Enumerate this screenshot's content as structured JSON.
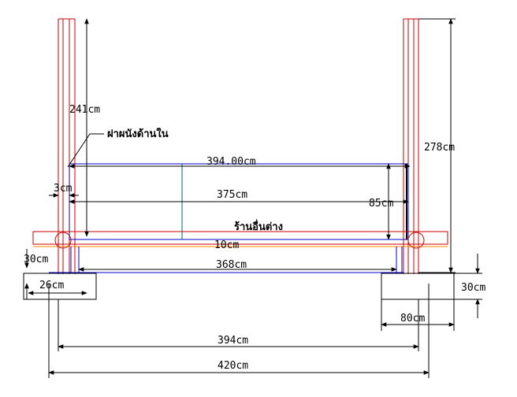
{
  "labels": {
    "left_post_height": "241cm",
    "inner_wall": "ฝาผนังด้านใน",
    "right_post_height": "278cm",
    "top_span": "394.00cm",
    "small_gap": "3cm",
    "inner_span": "375cm",
    "rail_height": "85cm",
    "lower_beam": "ร้านอื่นต่าง",
    "beam_depth": "10cm",
    "beam_span": "368cm",
    "left_footing_height": "30cm",
    "left_footing_width": "26cm",
    "right_footing_height": "30cm",
    "right_footing_width": "80cm",
    "overall_span": "394cm",
    "total_width": "420cm"
  },
  "colors": {
    "structure": "#cc0000",
    "structure_light": "#e07070",
    "beam_blue": "#0000cc",
    "rail_teal": "#006666",
    "accent_orange": "#ff8800",
    "dimension": "#000000"
  }
}
